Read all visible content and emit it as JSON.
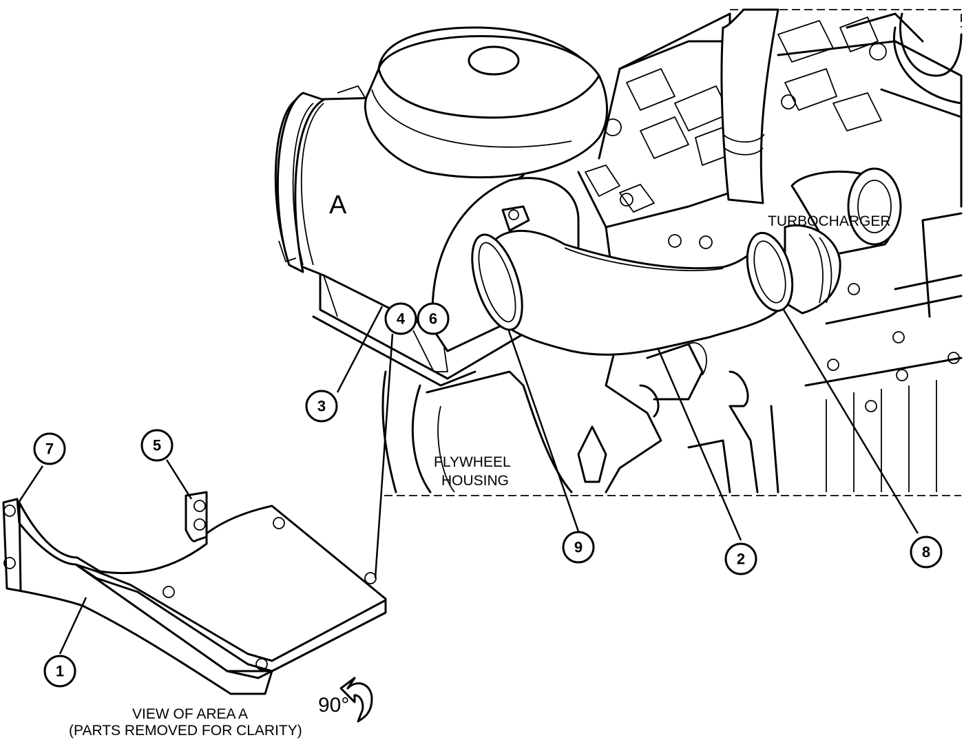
{
  "labels": {
    "area": "A",
    "turbocharger": "TURBOCHARGER",
    "flywheel_line1": "FLYWHEEL",
    "flywheel_line2": "HOUSING",
    "view_line1": "VIEW OF AREA  A",
    "view_line2": "(PARTS REMOVED FOR CLARITY)",
    "rotation": "90°"
  },
  "callouts": {
    "c1": "1",
    "c2": "2",
    "c3": "3",
    "c4": "4",
    "c5": "5",
    "c6": "6",
    "c7": "7",
    "c8": "8",
    "c9": "9"
  }
}
